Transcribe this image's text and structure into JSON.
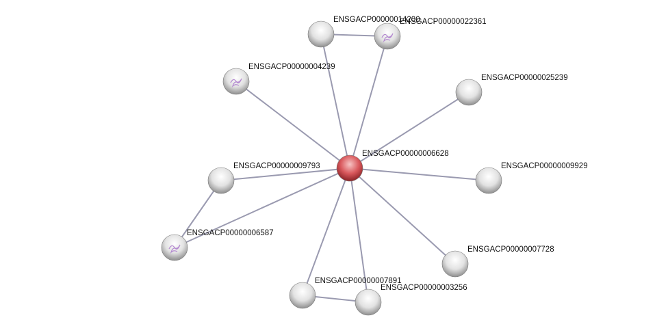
{
  "colors": {
    "query_node": "#d9585c",
    "node": "#d8d8d8",
    "edge": "#9a9ab0"
  },
  "nodes": [
    {
      "id": "ENSGACP00000006628",
      "query": true
    },
    {
      "id": "ENSGACP00000014200",
      "query": false
    },
    {
      "id": "ENSGACP00000022361",
      "query": false,
      "structure": true
    },
    {
      "id": "ENSGACP00000004239",
      "query": false,
      "structure": true
    },
    {
      "id": "ENSGACP00000025239",
      "query": false
    },
    {
      "id": "ENSGACP00000009793",
      "query": false
    },
    {
      "id": "ENSGACP00000009929",
      "query": false
    },
    {
      "id": "ENSGACP00000006587",
      "query": false,
      "structure": true
    },
    {
      "id": "ENSGACP00000007728",
      "query": false
    },
    {
      "id": "ENSGACP00000007891",
      "query": false
    },
    {
      "id": "ENSGACP00000003256",
      "query": false
    }
  ],
  "edges": [
    [
      "ENSGACP00000006628",
      "ENSGACP00000014200"
    ],
    [
      "ENSGACP00000006628",
      "ENSGACP00000022361"
    ],
    [
      "ENSGACP00000006628",
      "ENSGACP00000004239"
    ],
    [
      "ENSGACP00000006628",
      "ENSGACP00000025239"
    ],
    [
      "ENSGACP00000006628",
      "ENSGACP00000009793"
    ],
    [
      "ENSGACP00000006628",
      "ENSGACP00000009929"
    ],
    [
      "ENSGACP00000006628",
      "ENSGACP00000006587"
    ],
    [
      "ENSGACP00000006628",
      "ENSGACP00000007728"
    ],
    [
      "ENSGACP00000006628",
      "ENSGACP00000007891"
    ],
    [
      "ENSGACP00000006628",
      "ENSGACP00000003256"
    ],
    [
      "ENSGACP00000014200",
      "ENSGACP00000022361"
    ],
    [
      "ENSGACP00000009793",
      "ENSGACP00000006587"
    ],
    [
      "ENSGACP00000007891",
      "ENSGACP00000003256"
    ]
  ]
}
